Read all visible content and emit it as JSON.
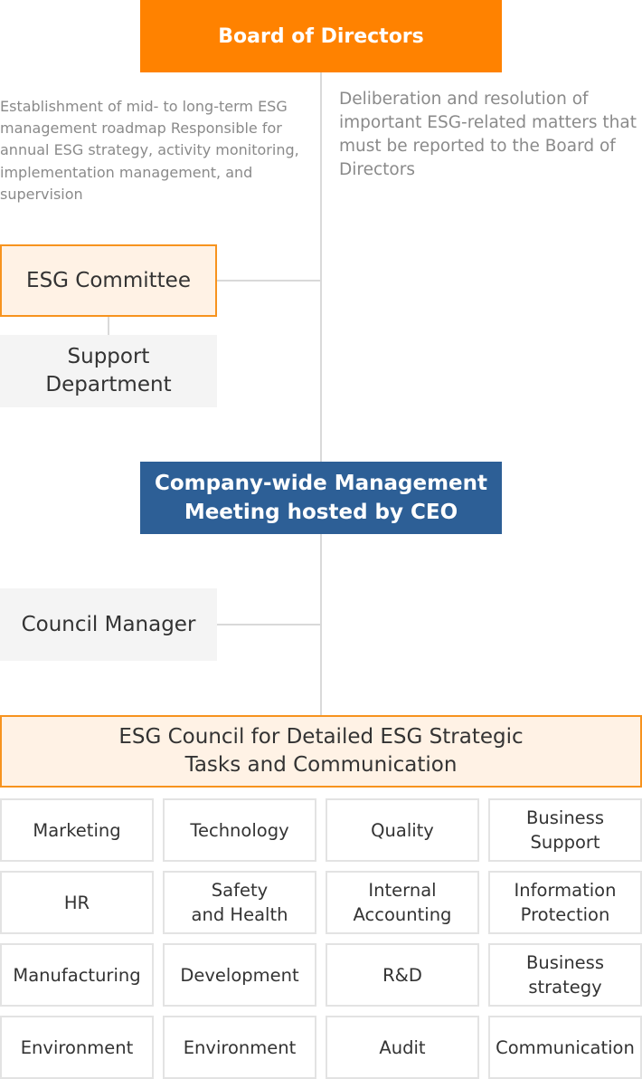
{
  "board": {
    "title": "Board of Directors"
  },
  "notes": {
    "left": "Establishment of mid- to long-term ESG management roadmap    Responsible for annual ESG strategy, activity monitoring, implementation management, and supervision",
    "right": "Deliberation and resolution of important ESG-related matters that must be reported to the Board of Directors"
  },
  "committee": {
    "title": "ESG Committee"
  },
  "support": {
    "title": "Support\nDepartment"
  },
  "ceo": {
    "title": "Company-wide Management\nMeeting hosted by CEO"
  },
  "council_manager": {
    "title": "Council Manager"
  },
  "council": {
    "title": "ESG Council for Detailed ESG Strategic\nTasks and Communication"
  },
  "departments": [
    [
      "Marketing",
      "Technology",
      "Quality",
      "Business\nSupport"
    ],
    [
      "HR",
      "Safety\nand Health",
      "Internal\nAccounting",
      "Information\nProtection"
    ],
    [
      "Manufacturing",
      "Development",
      "R&D",
      "Business\nstrategy"
    ],
    [
      "Environment",
      "Environment",
      "Audit",
      "Communication"
    ]
  ]
}
